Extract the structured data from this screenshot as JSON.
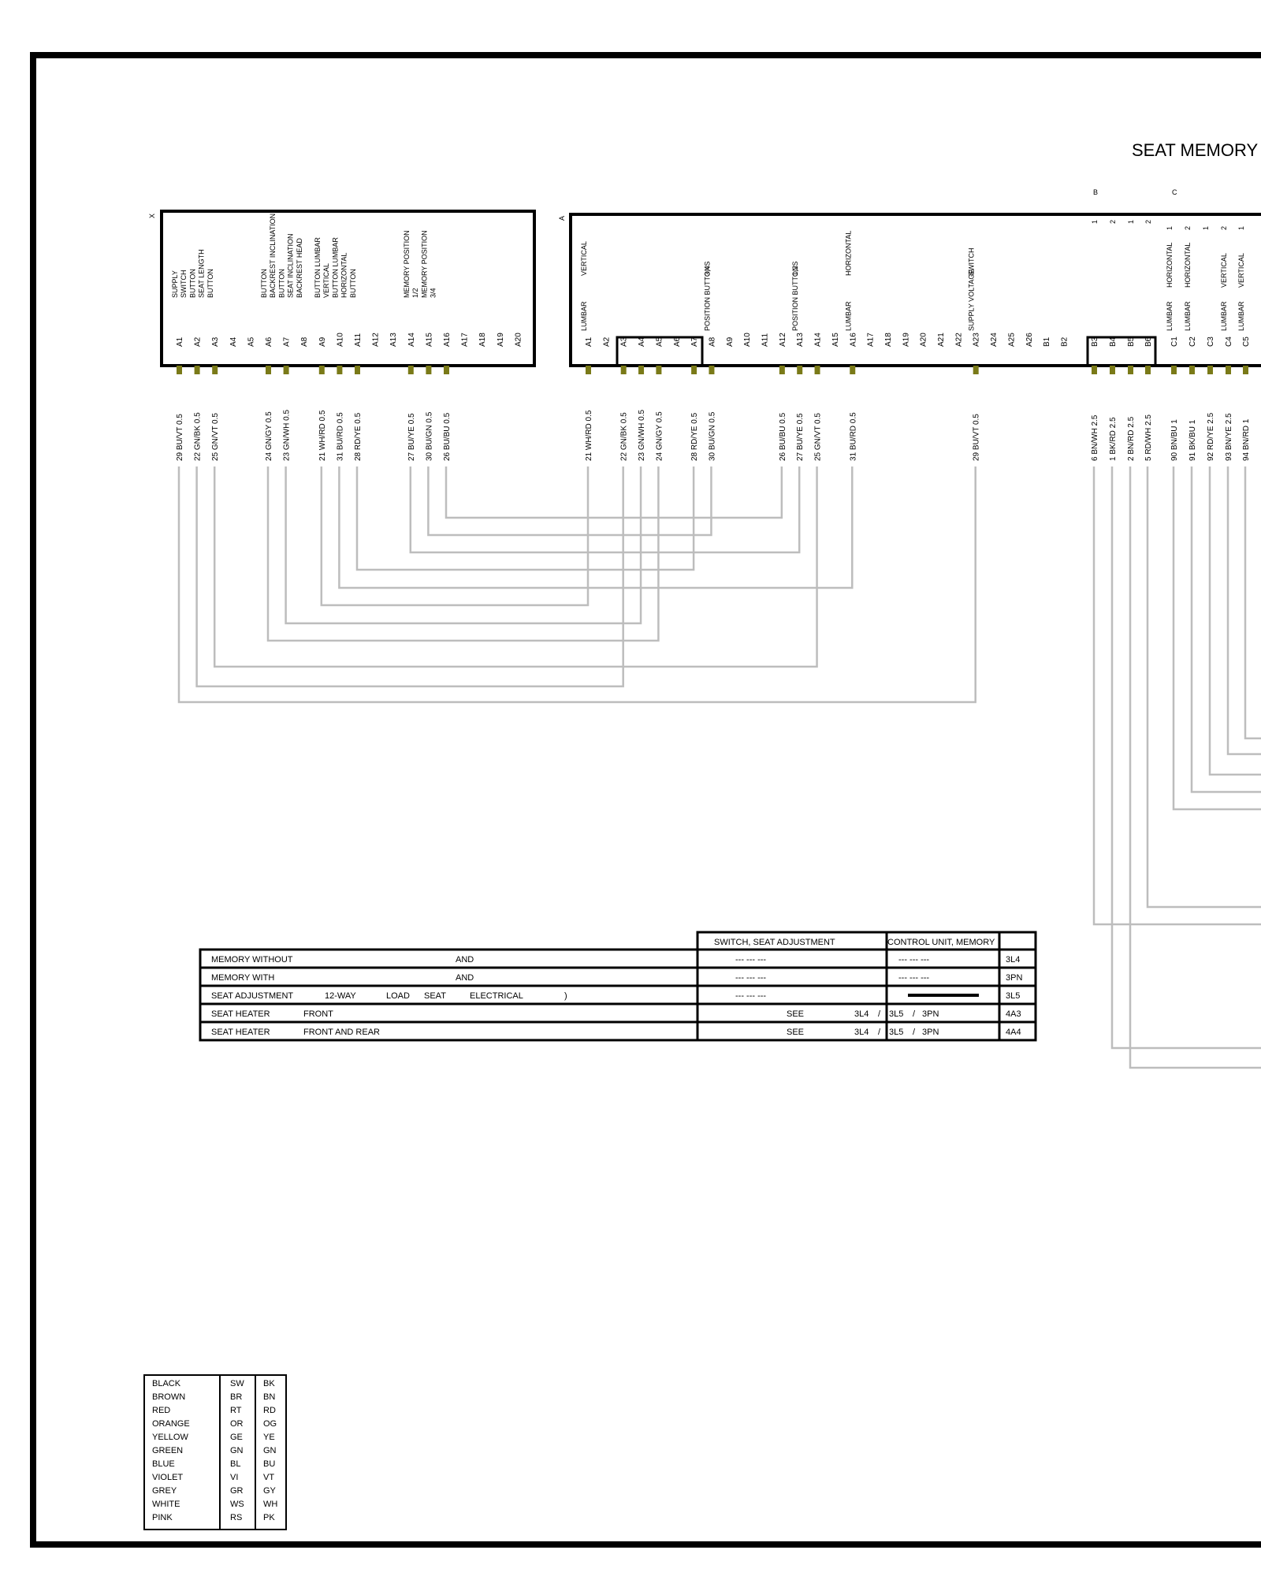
{
  "title": "SEAT MEMORY",
  "connector_x": {
    "tag": "X",
    "pins": [
      "A1",
      "A2",
      "A3",
      "A4",
      "A5",
      "A6",
      "A7",
      "A8",
      "A9",
      "A10",
      "A11",
      "A12",
      "A13",
      "A14",
      "A15",
      "A16",
      "A17",
      "A18",
      "A19",
      "A20"
    ],
    "functions": [
      [
        "SUPPLY",
        "SWITCH"
      ],
      [
        "BUTTON",
        "SEAT LENGTH"
      ],
      [
        "BUTTON",
        ""
      ],
      [
        "",
        ""
      ],
      [
        "",
        ""
      ],
      [
        "BUTTON",
        "BACKREST INCLINATION"
      ],
      [
        "BUTTON",
        "SEAT INCLINATION"
      ],
      [
        "BACKREST HEAD",
        ""
      ],
      [
        "BUTTON LUMBAR",
        "VERTICAL"
      ],
      [
        "BUTTON LUMBAR",
        "HORIZONTAL"
      ],
      [
        "BUTTON",
        ""
      ],
      [
        "",
        ""
      ],
      [
        "",
        ""
      ],
      [
        "MEMORY POSITION",
        "1/2"
      ],
      [
        "MEMORY POSITION",
        "3/4"
      ],
      [
        "",
        ""
      ],
      [
        "",
        ""
      ],
      [
        "",
        ""
      ],
      [
        "",
        ""
      ],
      [
        "",
        ""
      ]
    ],
    "wires": [
      {
        "pin": "A1",
        "label": "29 BU/VT 0.5"
      },
      {
        "pin": "A2",
        "label": "22 GN/BK 0.5"
      },
      {
        "pin": "A3",
        "label": "25 GN/VT 0.5"
      },
      {
        "pin": "A6",
        "label": "24 GN/GY 0.5"
      },
      {
        "pin": "A7",
        "label": "23 GN/WH 0.5"
      },
      {
        "pin": "A9",
        "label": "21 WH/RD 0.5"
      },
      {
        "pin": "A10",
        "label": "31 BU/RD 0.5"
      },
      {
        "pin": "A11",
        "label": "28 RD/YE 0.5"
      },
      {
        "pin": "A14",
        "label": "27 BU/YE 0.5"
      },
      {
        "pin": "A15",
        "label": "30 BU/GN 0.5"
      },
      {
        "pin": "A16",
        "label": "26 BU/BU 0.5"
      }
    ]
  },
  "connector_a": {
    "tag": "A",
    "pins": [
      "A1",
      "A2",
      "A3",
      "A4",
      "A5",
      "A6",
      "A7",
      "A8",
      "A9",
      "A10",
      "A11",
      "A12",
      "A13",
      "A14",
      "A15",
      "A16",
      "A17",
      "A18",
      "A19",
      "A20",
      "A21",
      "A22",
      "A23",
      "A24",
      "A25",
      "A26",
      "B1",
      "B2"
    ],
    "functions": [
      {
        "pin": "A1",
        "lines": [
          "LUMBAR",
          "VERTICAL"
        ]
      },
      {
        "pin": "A8",
        "lines": [
          "POSITION BUTTONS",
          "3,4"
        ]
      },
      {
        "pin": "A13",
        "lines": [
          "POSITION BUTTONS",
          "1,2"
        ]
      },
      {
        "pin": "A16",
        "lines": [
          "LUMBAR",
          "HORIZONTAL"
        ]
      },
      {
        "pin": "A23",
        "lines": [
          "SUPPLY VOLTAGE",
          "SWITCH"
        ]
      }
    ],
    "wires": [
      {
        "pin": "A1",
        "label": "21 WH/RD 0.5"
      },
      {
        "pin": "A3",
        "label": "22 GN/BK 0.5"
      },
      {
        "pin": "A4",
        "label": "23 GN/WH 0.5"
      },
      {
        "pin": "A5",
        "label": "24 GN/GY 0.5"
      },
      {
        "pin": "A7",
        "label": "28 RD/YE 0.5"
      },
      {
        "pin": "A8",
        "label": "30 BU/GN 0.5"
      },
      {
        "pin": "A12",
        "label": "26 BU/BU 0.5"
      },
      {
        "pin": "A13",
        "label": "27 BU/YE 0.5"
      },
      {
        "pin": "A14",
        "label": "25 GN/VT 0.5"
      },
      {
        "pin": "A16",
        "label": "31 BU/RD 0.5"
      },
      {
        "pin": "A23",
        "label": "29 BU/VT 0.5"
      }
    ]
  },
  "connector_b": {
    "tag": "B",
    "pins": [
      "B3",
      "B4",
      "B5",
      "B6"
    ],
    "top_marks": [
      "1",
      "2",
      "1",
      "2"
    ],
    "wires": [
      {
        "pin": "B3",
        "label": "6 BN/WH 2.5"
      },
      {
        "pin": "B4",
        "label": "1 BK/RD 2.5"
      },
      {
        "pin": "B5",
        "label": "2 BN/RD 2.5"
      },
      {
        "pin": "B6",
        "label": "5 RD/WH 2.5"
      }
    ]
  },
  "connector_c": {
    "tag": "C",
    "pins": [
      "C1",
      "C2",
      "C3",
      "C4",
      "C5"
    ],
    "functions": [
      {
        "pin": "C1",
        "lines": [
          "LUMBAR",
          "HORIZONTAL",
          "1"
        ]
      },
      {
        "pin": "C2",
        "lines": [
          "LUMBAR",
          "HORIZONTAL",
          "2"
        ]
      },
      {
        "pin": "C3",
        "lines": [
          "",
          "",
          "1"
        ]
      },
      {
        "pin": "C4",
        "lines": [
          "LUMBAR",
          "VERTICAL",
          "2"
        ]
      },
      {
        "pin": "C5",
        "lines": [
          "LUMBAR",
          "VERTICAL",
          "1"
        ]
      }
    ],
    "wires": [
      {
        "pin": "C1",
        "label": "90 BN/BU 1"
      },
      {
        "pin": "C2",
        "label": "91 BK/BU 1"
      },
      {
        "pin": "C3",
        "label": "92 RD/YE 2.5"
      },
      {
        "pin": "C4",
        "label": "93 BN/YE 2.5"
      },
      {
        "pin": "C5",
        "label": "94 BN/RD 1"
      }
    ]
  },
  "variants": {
    "headers": [
      "SWITCH, SEAT ADJUSTMENT",
      "CONTROL UNIT, MEMORY"
    ],
    "rows": [
      {
        "desc": [
          "MEMORY WITHOUT",
          "AND"
        ],
        "switch": "--- --- ---",
        "ctrl": "--- --- ---",
        "code": "3L4"
      },
      {
        "desc": [
          "MEMORY WITH",
          "AND"
        ],
        "switch": "--- --- ---",
        "ctrl": "--- --- ---",
        "code": "3PN"
      },
      {
        "desc": [
          "SEAT ADJUSTMENT",
          "12-WAY",
          "LOAD",
          "SEAT",
          "ELECTRICAL",
          ")"
        ],
        "switch": "--- --- ---",
        "ctrl": "",
        "code": "3L5"
      },
      {
        "desc": [
          "SEAT HEATER",
          "FRONT"
        ],
        "see": [
          "SEE",
          "3L4",
          "/",
          "3L5",
          "/",
          "3PN"
        ],
        "code": "4A3"
      },
      {
        "desc": [
          "SEAT HEATER",
          "FRONT AND REAR"
        ],
        "see": [
          "SEE",
          "3L4",
          "/",
          "3L5",
          "/",
          "3PN"
        ],
        "code": "4A4"
      }
    ]
  },
  "legend": [
    [
      "BLACK",
      "SW",
      "BK"
    ],
    [
      "BROWN",
      "BR",
      "BN"
    ],
    [
      "RED",
      "RT",
      "RD"
    ],
    [
      "ORANGE",
      "OR",
      "OG"
    ],
    [
      "YELLOW",
      "GE",
      "YE"
    ],
    [
      "GREEN",
      "GN",
      "GN"
    ],
    [
      "BLUE",
      "BL",
      "BU"
    ],
    [
      "VIOLET",
      "VI",
      "VT"
    ],
    [
      "GREY",
      "GR",
      "GY"
    ],
    [
      "WHITE",
      "WS",
      "WH"
    ],
    [
      "PINK",
      "RS",
      "PK"
    ]
  ],
  "colors": {
    "wire": "#bdbdbd",
    "terminal": "#7a7a18",
    "frame": "#000000"
  }
}
